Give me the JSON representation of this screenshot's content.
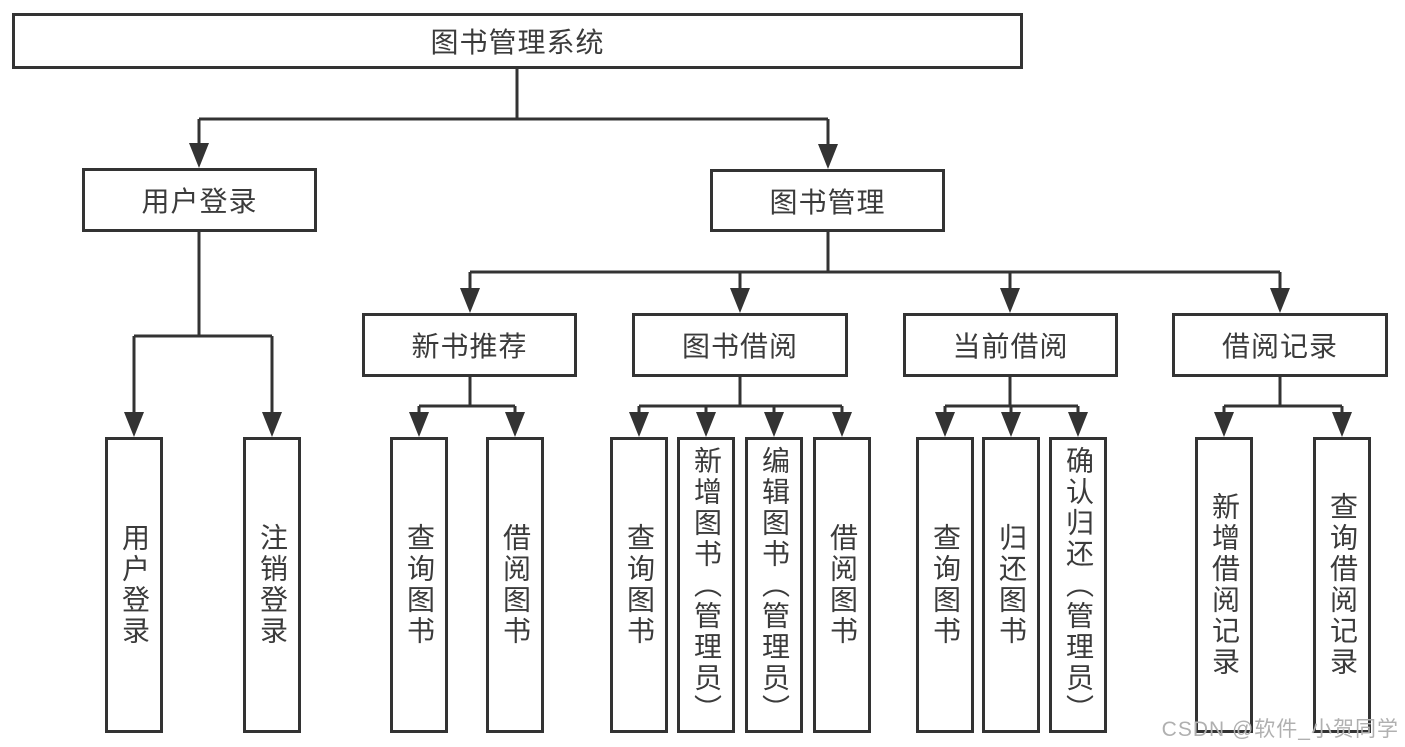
{
  "diagram": {
    "root": {
      "label": "图书管理系统",
      "children": [
        {
          "label": "用户登录",
          "children": [
            {
              "label": "用户登录"
            },
            {
              "label": "注销登录"
            }
          ]
        },
        {
          "label": "图书管理",
          "children": [
            {
              "label": "新书推荐",
              "children": [
                {
                  "label": "查询图书"
                },
                {
                  "label": "借阅图书"
                }
              ]
            },
            {
              "label": "图书借阅",
              "children": [
                {
                  "label": "查询图书"
                },
                {
                  "label": "新增图书（管理员）"
                },
                {
                  "label": "编辑图书（管理员）"
                },
                {
                  "label": "借阅图书"
                }
              ]
            },
            {
              "label": "当前借阅",
              "children": [
                {
                  "label": "查询图书"
                },
                {
                  "label": "归还图书"
                },
                {
                  "label": "确认归还（管理员）"
                }
              ]
            },
            {
              "label": "借阅记录",
              "children": [
                {
                  "label": "新增借阅记录"
                },
                {
                  "label": "查询借阅记录"
                }
              ]
            }
          ]
        }
      ]
    }
  },
  "watermark": {
    "text": "CSDN @软件_小贺同学"
  },
  "colors": {
    "line": "#333333",
    "text": "#3b3b3b",
    "box_background": "#ffffff",
    "watermark": "#b0b0b0",
    "background": "#ffffff"
  }
}
